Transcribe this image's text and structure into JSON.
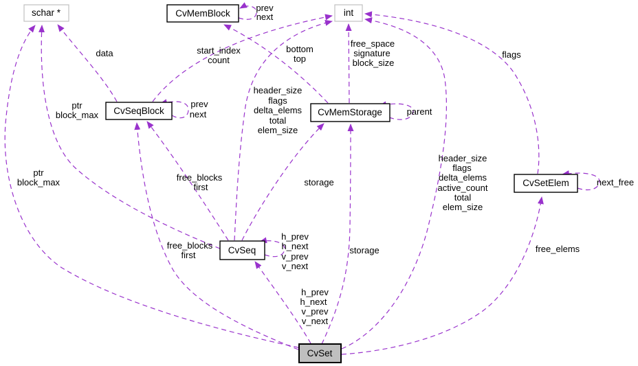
{
  "diagram": {
    "kind": "collaboration-diagram",
    "subject": "CvSet",
    "edge_color": "#9932CC",
    "focus_fill": "#BFBFBF",
    "external_border": "#C0C0C0"
  },
  "nodes": [
    {
      "id": "schar-ptr",
      "label": "schar *",
      "style": "external"
    },
    {
      "id": "cvmemblock",
      "label": "CvMemBlock",
      "style": "internal"
    },
    {
      "id": "int",
      "label": "int",
      "style": "external"
    },
    {
      "id": "cvseqblock",
      "label": "CvSeqBlock",
      "style": "internal"
    },
    {
      "id": "cvmemstorage",
      "label": "CvMemStorage",
      "style": "internal"
    },
    {
      "id": "cvsetelem",
      "label": "CvSetElem",
      "style": "internal"
    },
    {
      "id": "cvseq",
      "label": "CvSeq",
      "style": "internal"
    },
    {
      "id": "cvset",
      "label": "CvSet",
      "style": "focus"
    }
  ],
  "edges": [
    {
      "from": "CvSeqBlock",
      "to": "schar *",
      "label": [
        "data"
      ]
    },
    {
      "from": "CvSeq",
      "to": "schar *",
      "label": [
        "ptr",
        "block_max"
      ]
    },
    {
      "from": "CvSet",
      "to": "schar *",
      "label": [
        "ptr",
        "block_max"
      ]
    },
    {
      "from": "CvSeqBlock",
      "to": "CvSeqBlock",
      "label": [
        "prev",
        "next"
      ]
    },
    {
      "from": "CvSeqBlock",
      "to": "int",
      "label": [
        "start_index",
        "count"
      ]
    },
    {
      "from": "CvMemBlock",
      "to": "CvMemBlock",
      "label": [
        "prev",
        "next"
      ]
    },
    {
      "from": "CvMemStorage",
      "to": "CvMemBlock",
      "label": [
        "bottom",
        "top"
      ]
    },
    {
      "from": "CvMemStorage",
      "to": "int",
      "label": [
        "free_space",
        "signature",
        "block_size"
      ]
    },
    {
      "from": "CvMemStorage",
      "to": "CvMemStorage",
      "label": [
        "parent"
      ]
    },
    {
      "from": "CvSeq",
      "to": "int",
      "label": [
        "header_size",
        "flags",
        "delta_elems",
        "total",
        "elem_size"
      ]
    },
    {
      "from": "CvSeq",
      "to": "CvSeq",
      "label": [
        "h_prev",
        "h_next",
        "v_prev",
        "v_next"
      ]
    },
    {
      "from": "CvSeq",
      "to": "CvSeqBlock",
      "label": [
        "free_blocks",
        "first"
      ]
    },
    {
      "from": "CvSet",
      "to": "CvSeqBlock",
      "label": [
        "free_blocks",
        "first"
      ]
    },
    {
      "from": "CvSeq",
      "to": "CvMemStorage",
      "label": [
        "storage"
      ]
    },
    {
      "from": "CvSet",
      "to": "CvMemStorage",
      "label": [
        "storage"
      ]
    },
    {
      "from": "CvSet",
      "to": "CvSeq",
      "label": [
        "h_prev",
        "h_next",
        "v_prev",
        "v_next"
      ]
    },
    {
      "from": "CvSet",
      "to": "int",
      "label": [
        "header_size",
        "flags",
        "delta_elems",
        "active_count",
        "total",
        "elem_size"
      ]
    },
    {
      "from": "CvSetElem",
      "to": "int",
      "label": [
        "flags"
      ]
    },
    {
      "from": "CvSetElem",
      "to": "CvSetElem",
      "label": [
        "next_free"
      ]
    },
    {
      "from": "CvSet",
      "to": "CvSetElem",
      "label": [
        "free_elems"
      ]
    }
  ]
}
